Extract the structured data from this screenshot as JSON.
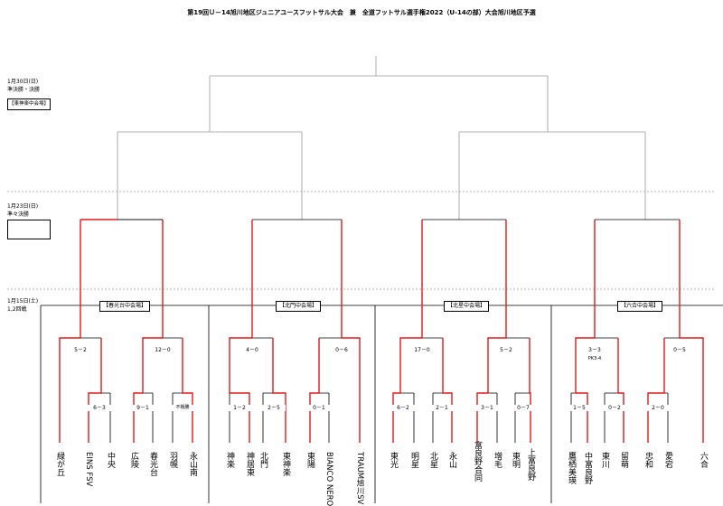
{
  "title": "第19回Ｕ－14旭川地区ジュニアユースフットサル大会　兼　全道フットサル選手権2022（U-14の部）大会旭川地区予選",
  "rounds": {
    "final": {
      "date": "1月30日(日)",
      "stage": "準決勝・決勝",
      "venue": "【東神楽中会場】"
    },
    "quarter": {
      "date": "1月23日(日)",
      "stage": "準々決勝"
    },
    "early": {
      "date": "1月15日(土)",
      "stage": "1,2回戦"
    }
  },
  "venues": [
    "【春光台中会場】",
    "【北門中会場】",
    "【北星中会場】",
    "【六合中会場】"
  ],
  "scores": {
    "r2": [
      "5－2",
      "12－0",
      "4－0",
      "0－6",
      "17－0",
      "5－2",
      "3－3",
      "0－5"
    ],
    "r2_note": "PK3-4",
    "r1": [
      "6－3",
      "9－1",
      "不戦勝",
      "1－2",
      "2－5",
      "0－1",
      "6－2",
      "2－1",
      "3－1",
      "0－7",
      "1－5",
      "0－2",
      "2－0"
    ]
  },
  "teams": [
    "緑が丘",
    "EINS FSV",
    "中央",
    "広陵",
    "春光台",
    "羽幌",
    "永山南",
    "神楽",
    "神居東",
    "北門",
    "東神楽",
    "東陽",
    "BIANCO NERO",
    "TRAUM旭川SV",
    "東光",
    "明星",
    "北星",
    "永山",
    "富良野合同",
    "増毛",
    "東明",
    "上富良野",
    "鷹栖美瑛",
    "中富良野",
    "東川",
    "留萌",
    "忠和",
    "愛宕",
    "六合"
  ],
  "colors": {
    "winner": "#e11b1b",
    "line": "#000000",
    "guide": "#9a9a9a"
  }
}
